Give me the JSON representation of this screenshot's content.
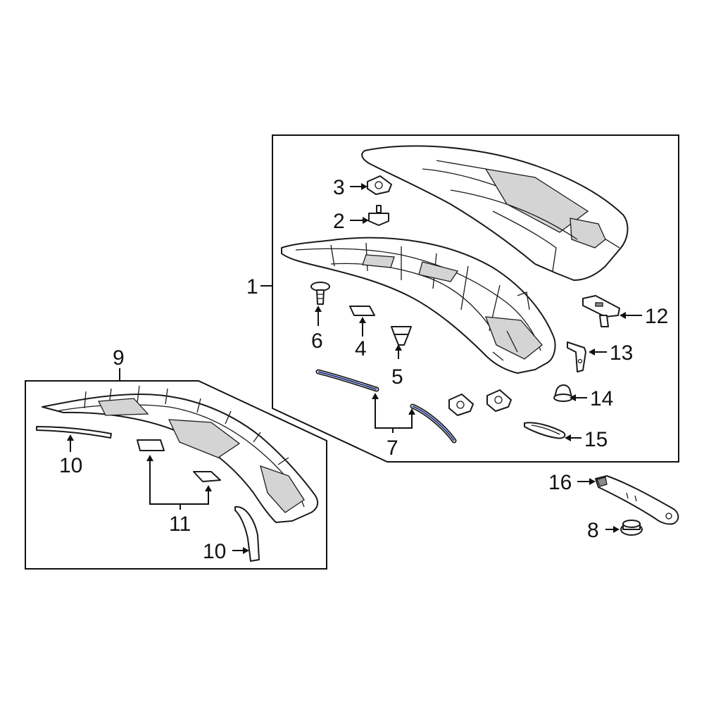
{
  "callouts": {
    "c1": "1",
    "c2": "2",
    "c3": "3",
    "c4": "4",
    "c5": "5",
    "c6": "6",
    "c7": "7",
    "c8": "8",
    "c9": "9",
    "c10a": "10",
    "c10b": "10",
    "c11": "11",
    "c12": "12",
    "c13": "13",
    "c14": "14",
    "c15": "15",
    "c16": "16"
  },
  "colors": {
    "line": "#111111",
    "strip_accent": "#1f3a8f",
    "shade": "#d4d4d4"
  }
}
